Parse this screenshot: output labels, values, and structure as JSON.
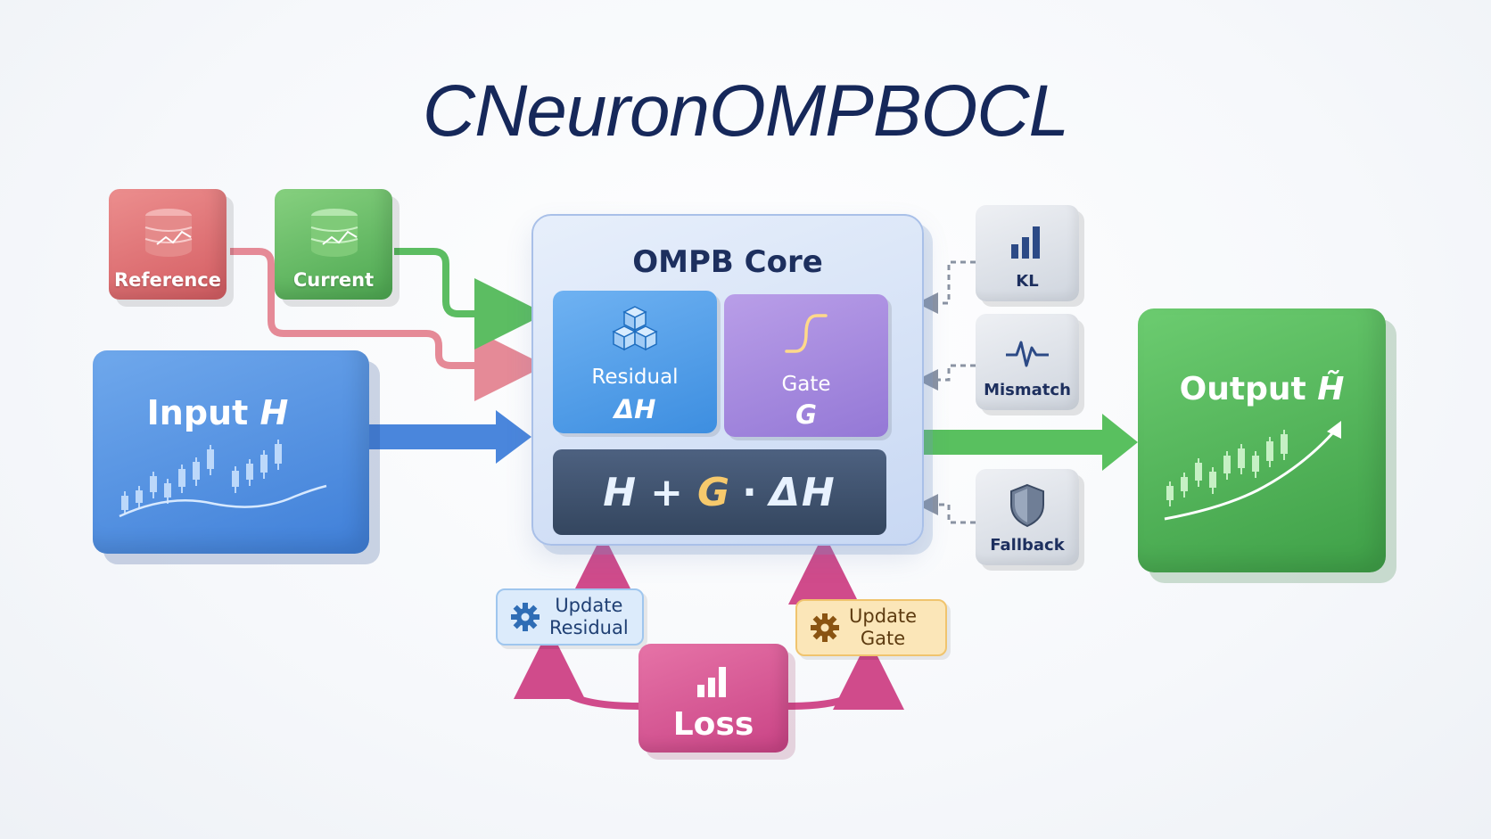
{
  "title": "CNeuronOMPBOCL",
  "sources": {
    "reference": "Reference",
    "current": "Current"
  },
  "input": {
    "label": "Input",
    "symbol": "H"
  },
  "core": {
    "title": "OMPB Core",
    "residual": {
      "label": "Residual",
      "symbol": "ΔH"
    },
    "gate": {
      "label": "Gate",
      "symbol": "G"
    },
    "formula": {
      "h": "H",
      "plus": "+",
      "g": "G",
      "dot": "·",
      "dh": "ΔH"
    }
  },
  "metrics": {
    "kl": "KL",
    "mismatch": "Mismatch",
    "fallback": "Fallback"
  },
  "output": {
    "label": "Output",
    "symbol": "H̃"
  },
  "updates": {
    "residual_line1": "Update",
    "residual_line2": "Residual",
    "gate_line1": "Update",
    "gate_line2": "Gate"
  },
  "loss": "Loss",
  "colors": {
    "reference": "#d45d62",
    "current": "#4da851",
    "input": "#3f7fd8",
    "output": "#3e9f47",
    "gate": "#9478d6",
    "loss": "#c94385",
    "title": "#16285a"
  },
  "icons": {
    "reference": "database-chart-icon",
    "current": "database-chart-icon",
    "residual": "cubes-icon",
    "gate": "sigmoid-curve-icon",
    "kl": "bar-chart-icon",
    "mismatch": "pulse-icon",
    "fallback": "shield-icon",
    "update": "gear-icon",
    "loss": "bar-chart-icon"
  }
}
